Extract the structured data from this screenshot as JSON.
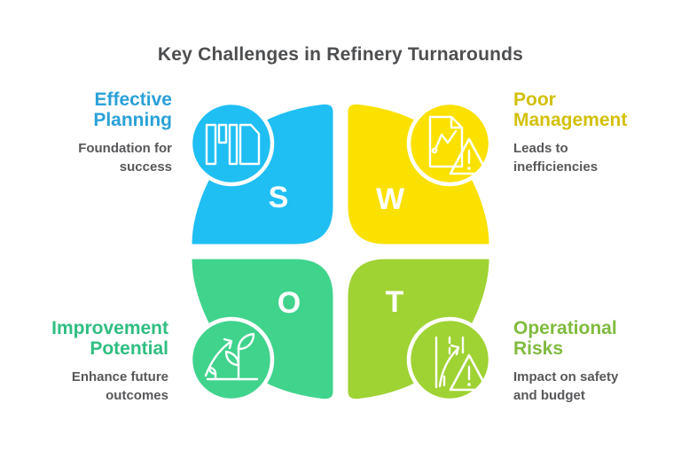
{
  "title": {
    "text": "Key Challenges in Refinery Turnarounds"
  },
  "colors": {
    "title_text": "#4D4E50",
    "body_text": "#58585B",
    "strengths_fill": "#1FBEF3",
    "strengths_text": "#2AA1D8",
    "weaknesses_fill": "#FAE100",
    "weaknesses_text": "#D2C007",
    "opportunities_fill": "#40D38C",
    "opportunities_text": "#2FBE80",
    "threats_fill": "#9FD233",
    "threats_text": "#80BB3E"
  },
  "quadrants": {
    "strengths": {
      "letter": "S",
      "heading": "Effective\nPlanning",
      "subtitle": "Foundation for\nsuccess",
      "icon": "planning-documents-icon"
    },
    "weaknesses": {
      "letter": "W",
      "heading": "Poor\nManagement",
      "subtitle": "Leads to\ninefficiencies",
      "icon": "declining-report-warning-icon"
    },
    "opportunities": {
      "letter": "O",
      "heading": "Improvement\nPotential",
      "subtitle": "Enhance future\noutcomes",
      "icon": "growth-plant-arrow-icon"
    },
    "threats": {
      "letter": "T",
      "heading": "Operational\nRisks",
      "subtitle": "Impact on safety\nand budget",
      "icon": "road-hazard-icon"
    }
  }
}
